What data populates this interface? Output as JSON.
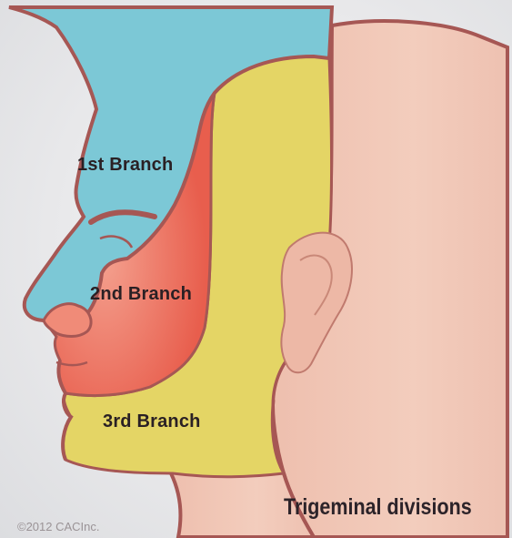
{
  "diagram": {
    "regions": [
      {
        "label": "1st Branch",
        "color": "#7cc8d6"
      },
      {
        "label": "2nd Branch",
        "color": "#ea6656"
      },
      {
        "label": "3rd Branch",
        "color": "#e4d565"
      }
    ],
    "skin_color": "#f1c8b6",
    "outline_color": "#a65754"
  },
  "labels": {
    "branch1": "1st Branch",
    "branch2": "2nd Branch",
    "branch3": "3rd Branch"
  },
  "title": "Trigeminal divisions",
  "copyright": "©2012 CACInc."
}
